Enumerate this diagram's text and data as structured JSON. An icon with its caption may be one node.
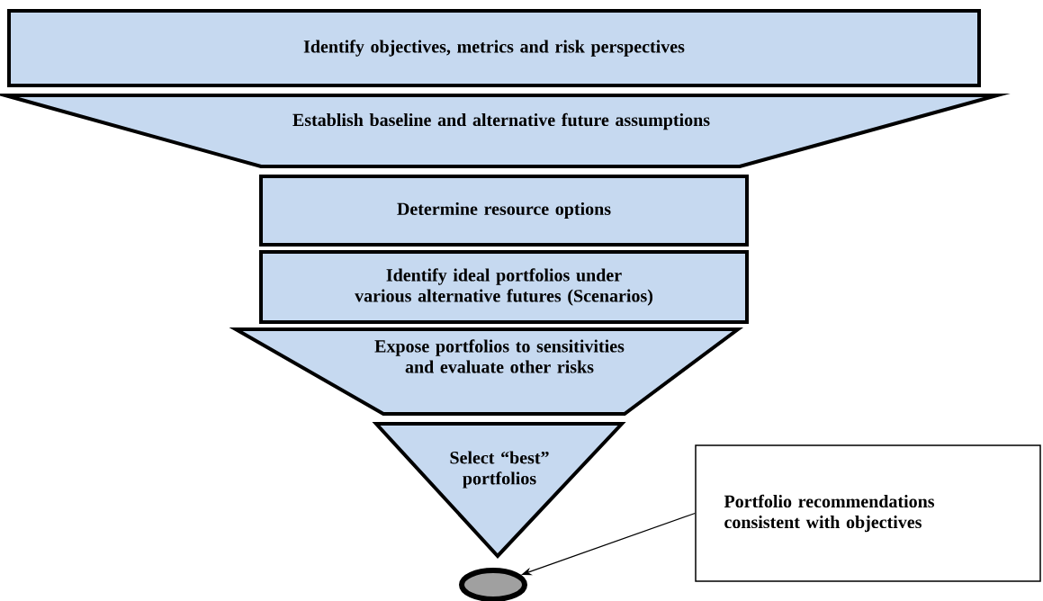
{
  "diagram": {
    "nodes": [
      {
        "text": [
          "Identify objectives, metrics and risk perspectives"
        ]
      },
      {
        "text": [
          "Establish baseline and alternative future assumptions"
        ]
      },
      {
        "text": [
          "Determine resource options"
        ]
      },
      {
        "text": [
          "Identify ideal portfolios under various alternative futures (Scenarios)"
        ]
      },
      {
        "text": [
          "Expose portfolios to sensitivities and evaluate other risks"
        ]
      },
      {
        "text": [
          "Select “best” portfolios"
        ]
      },
      {
        "text": [
          "Portfolio recommendations consistent with objectives"
        ]
      },
      {
        "text": [],
        "shape": "ellipse"
      }
    ],
    "edges": [
      {
        "from": 6,
        "to": 7,
        "arrow": "to"
      }
    ]
  }
}
